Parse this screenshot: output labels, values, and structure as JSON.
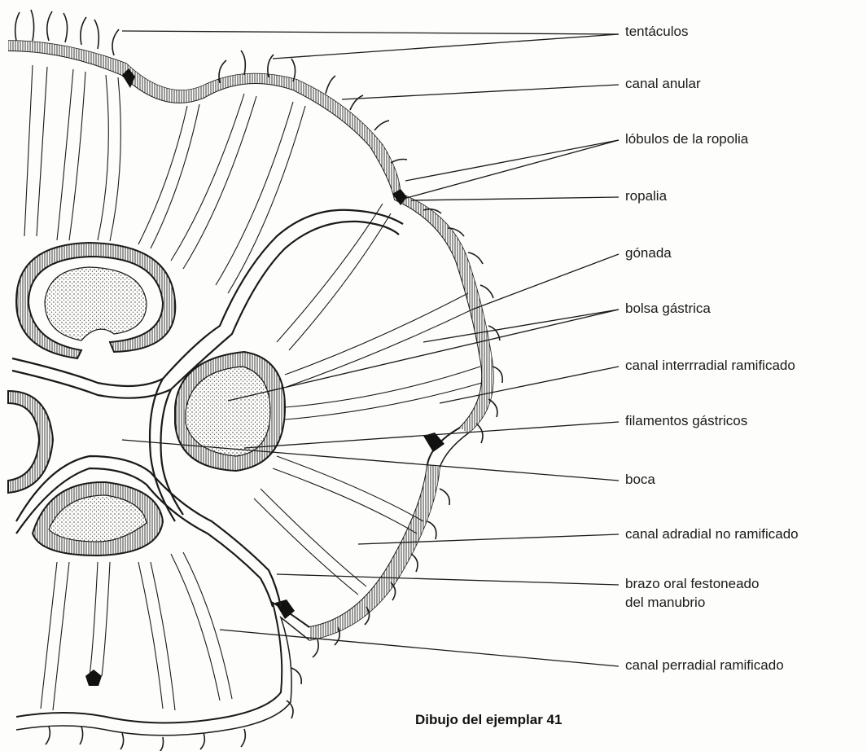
{
  "labels": {
    "tentaculos": "tentáculos",
    "canal_anular": "canal anular",
    "lobulos": "lóbulos de la ropolia",
    "ropalia": "ropalia",
    "gonada": "gónada",
    "bolsa_gastrica": "bolsa gástrica",
    "canal_interrradial": "canal interrradial ramificado",
    "filamentos": "filamentos gástricos",
    "boca": "boca",
    "canal_adradial": "canal adradial no ramificado",
    "brazo_oral_1": "brazo oral festoneado",
    "brazo_oral_2": "del manubrio",
    "canal_perradial": "canal perradial ramificado"
  },
  "caption": "Dibujo del ejemplar 41",
  "colors": {
    "ink": "#1a1a1a",
    "paper": "#fdfdfb"
  }
}
